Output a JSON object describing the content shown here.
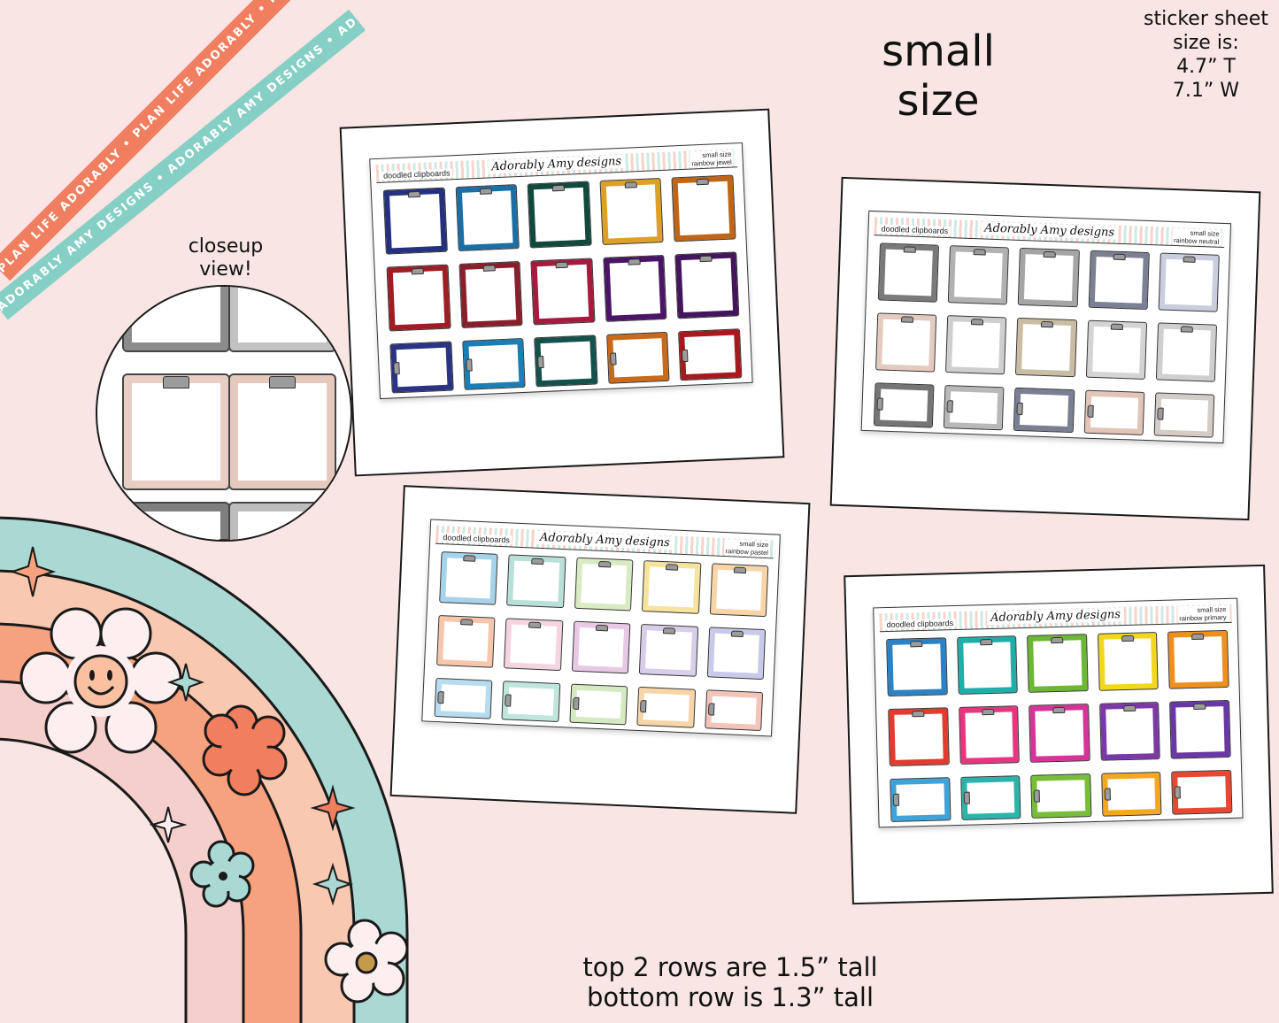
{
  "ribbons": {
    "orange_text": "PLAN LIFE ADORABLY • PLAN LIFE ADORABLY • PLAN LIFE ADORABLY •",
    "teal_text": "ADORABLY AMY DESIGNS • ADORABLY AMY DESIGNS • ADORABLY AMY DESIGNS •"
  },
  "title": {
    "line1": "small",
    "line2": "size"
  },
  "sheet_size": {
    "line1": "sticker sheet",
    "line2": "size is:",
    "line3": "4.7” T",
    "line4": "7.1” W"
  },
  "closeup": {
    "line1": "closeup",
    "line2": "view!"
  },
  "footnote": {
    "line1": "top 2 rows are 1.5” tall",
    "line2": "bottom row is 1.3” tall"
  },
  "sheets": [
    {
      "name": "doodled clipboards",
      "logo": "Adorably Amy designs",
      "size_line1": "small size",
      "size_line2": "rainbow jewel",
      "colors": [
        "#23317f",
        "#1c6fa5",
        "#11493e",
        "#dca126",
        "#c06516",
        "#a01d24",
        "#8a1f2c",
        "#a51a3d",
        "#4b1467",
        "#44145c",
        "#2a3384",
        "#1b7fb7",
        "#14514a",
        "#c8691b",
        "#a61a1e"
      ]
    },
    {
      "name": "doodled clipboards",
      "logo": "Adorably Amy designs",
      "size_line1": "small size",
      "size_line2": "rainbow neutral",
      "colors": [
        "#7a7a7a",
        "#b1b1b1",
        "#a5a5a5",
        "#7c8095",
        "#c9cdde",
        "#e5cbbf",
        "#cfcfcf",
        "#c9bea2",
        "#d4d4d4",
        "#cfcfcf",
        "#757575",
        "#b8b8b8",
        "#7b7f94",
        "#e3c5b8",
        "#d4ccc7"
      ]
    },
    {
      "name": "doodled clipboards",
      "logo": "Adorably Amy designs",
      "size_line1": "small size",
      "size_line2": "rainbow pastel",
      "colors": [
        "#a6d2ea",
        "#b8e0d8",
        "#d9ebc2",
        "#f6e39c",
        "#f8d5a8",
        "#f6c7ad",
        "#f4d4e1",
        "#e9c8e3",
        "#d8cdeb",
        "#c9c9ea",
        "#b7dcef",
        "#bfe6dd",
        "#d6eac2",
        "#f6d6a7",
        "#f5c4b9"
      ]
    },
    {
      "name": "doodled clipboards",
      "logo": "Adorably Amy designs",
      "size_line1": "small size",
      "size_line2": "rainbow primary",
      "colors": [
        "#2b83c5",
        "#1eafaa",
        "#6db737",
        "#f3d71d",
        "#f18f1d",
        "#e53b2f",
        "#e8357e",
        "#d63597",
        "#7b39a8",
        "#6a37a6",
        "#3fa3d9",
        "#2bb4ab",
        "#78be3b",
        "#f4a81f",
        "#e84832"
      ]
    }
  ],
  "closeup_colors": [
    "#8c8c8c",
    "#c2c2c2",
    "#e9cfc3",
    "#e5c9bd",
    "#7f7f7f",
    "#bdbdbd"
  ]
}
